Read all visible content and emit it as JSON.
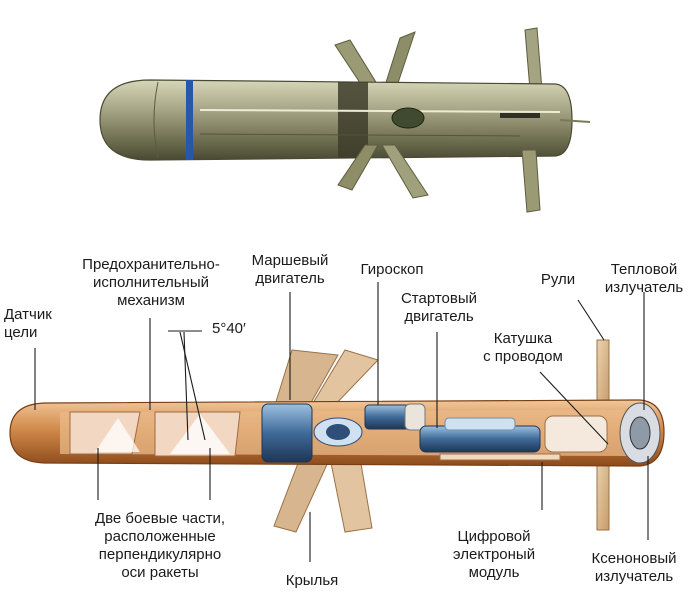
{
  "labels": {
    "target_sensor": "Датчик\nцели",
    "safety_arming": "Предохранительно-\nисполнительный\nмеханизм",
    "angle": "5°40′",
    "sustainer_motor": "Маршевый\nдвигатель",
    "gyroscope": "Гироскоп",
    "launch_motor": "Стартовый\nдвигатель",
    "wire_spool": "Катушка\nс проводом",
    "fins": "Рули",
    "thermal_emitter": "Тепловой\nизлучатель",
    "two_warheads": "Две боевые части,\nрасположенные\nперпендикулярно\nоси ракеты",
    "wings": "Крылья",
    "digital_module": "Цифровой\nэлектроный\nмодуль",
    "xenon_emitter": "Ксеноновый\nизлучатель"
  },
  "colors": {
    "missile_body": "#8a8a62",
    "missile_highlight": "#d6d6b8",
    "missile_band": "#2b55a8",
    "cutaway_shell": "#c97a3c",
    "cutaway_inner": "#e9b98a",
    "internal_blue": "#2d4f7a",
    "light_blue": "#8fb5d8",
    "wing_tan": "#d7b58f",
    "leader_line": "#1b1b1b"
  }
}
